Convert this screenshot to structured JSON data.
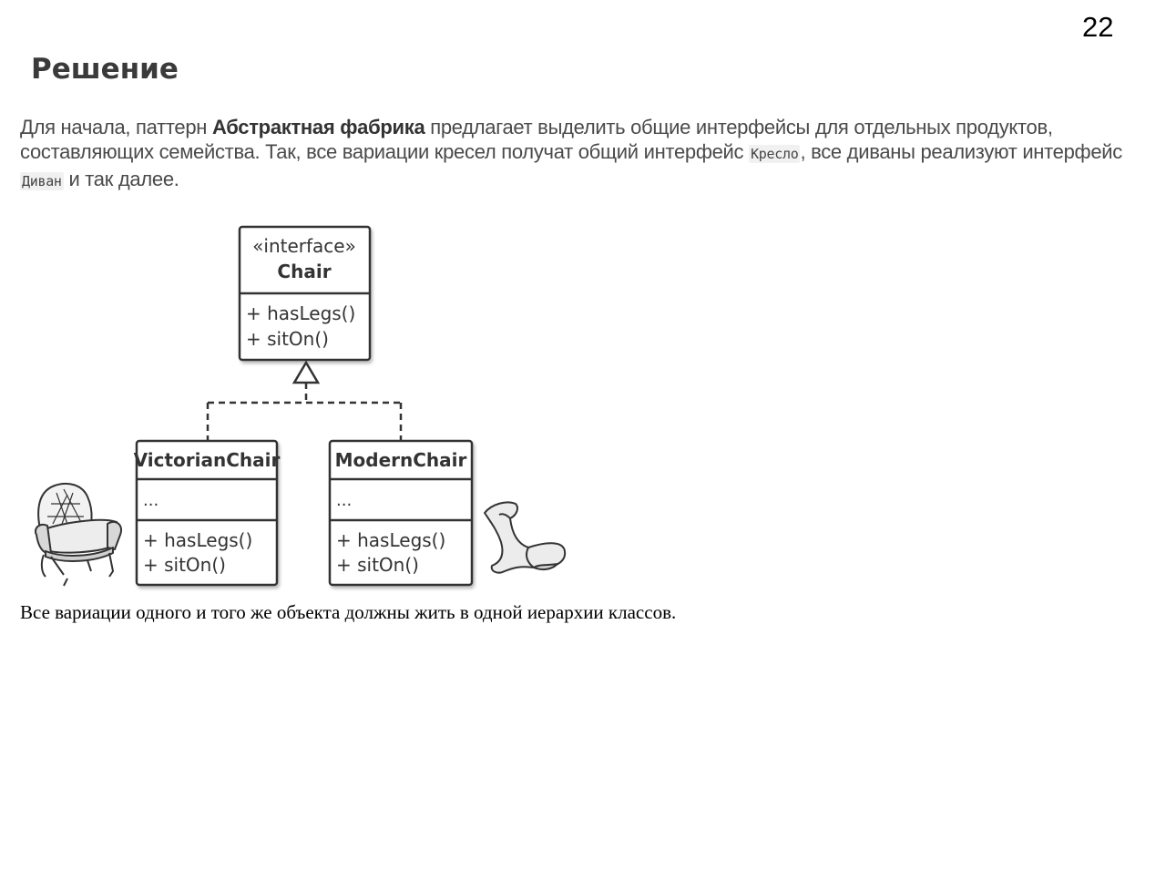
{
  "slide": {
    "page_number": "22",
    "heading": "Решение"
  },
  "intro": {
    "part1": "Для начала, паттерн ",
    "bold": "Абстрактная фабрика",
    "part2": " предлагает выделить общие интерфейсы для отдельных продуктов, составляющих семейства. Так, все вариации кресел получат общий интерфейс ",
    "code1": "Кресло",
    "part3": ", все диваны реализуют интерфейс ",
    "code2": "Диван",
    "part4": " и так далее."
  },
  "diagram": {
    "interface": {
      "stereotype": "«interface»",
      "name": "Chair",
      "methods": [
        "+ hasLegs()",
        "+ sitOn()"
      ]
    },
    "classes": [
      {
        "name": "VictorianChair",
        "fields": "...",
        "methods": [
          "+ hasLegs()",
          "+ sitOn()"
        ]
      },
      {
        "name": "ModernChair",
        "fields": "...",
        "methods": [
          "+ hasLegs()",
          "+ sitOn()"
        ]
      }
    ]
  },
  "caption": "Все вариации одного и того же объекта должны жить в одной иерархии классов."
}
